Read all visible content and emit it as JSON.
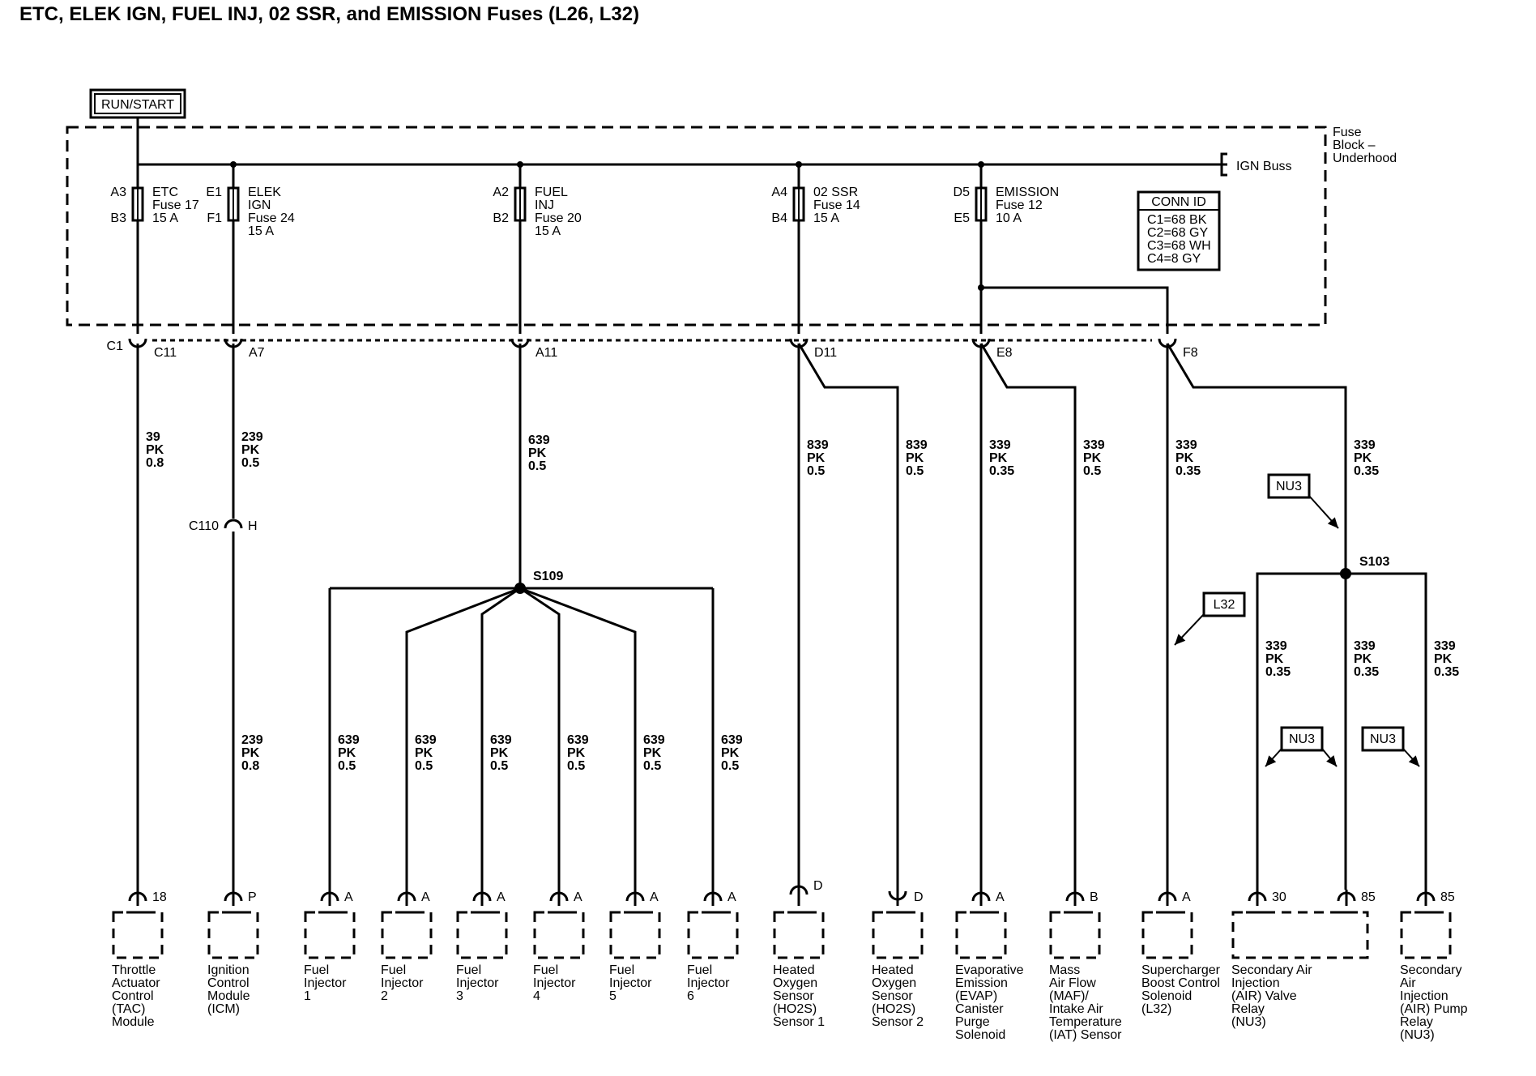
{
  "title": "ETC, ELEK IGN, FUEL INJ, 02 SSR, and EMISSION Fuses (L26, L32)",
  "power_label": "RUN/START",
  "fuse_block_label": [
    "Fuse",
    "Block –",
    "Underhood"
  ],
  "ign_buss_label": "IGN Buss",
  "conn_id": {
    "title": "CONN ID",
    "lines": [
      "C1=68 BK",
      "C2=68 GY",
      "C3=68 WH",
      "C4=8 GY"
    ]
  },
  "fuses": [
    {
      "pin_top": "A3",
      "pin_bottom": "B3",
      "lines": [
        "ETC",
        "Fuse 17",
        "15 A"
      ]
    },
    {
      "pin_top": "E1",
      "pin_bottom": "F1",
      "lines": [
        "ELEK",
        "IGN",
        "Fuse 24",
        "15 A"
      ]
    },
    {
      "pin_top": "A2",
      "pin_bottom": "B2",
      "lines": [
        "FUEL",
        "INJ",
        "Fuse 20",
        "15 A"
      ]
    },
    {
      "pin_top": "A4",
      "pin_bottom": "B4",
      "lines": [
        "02 SSR",
        "Fuse 14",
        "15 A"
      ]
    },
    {
      "pin_top": "D5",
      "pin_bottom": "E5",
      "lines": [
        "EMISSION",
        "Fuse 12",
        "10 A"
      ]
    }
  ],
  "block_connectors": {
    "conn": "C1",
    "pins": [
      "C11",
      "A7",
      "A11",
      "D11",
      "E8",
      "F8"
    ]
  },
  "wires": {
    "w1": [
      "39",
      "PK",
      "0.8"
    ],
    "w2": [
      "239",
      "PK",
      "0.5"
    ],
    "w2b": [
      "239",
      "PK",
      "0.8"
    ],
    "w3": [
      "639",
      "PK",
      "0.5"
    ],
    "w4": [
      "839",
      "PK",
      "0.5"
    ],
    "w5": [
      "839",
      "PK",
      "0.5"
    ],
    "w6": [
      "339",
      "PK",
      "0.35"
    ],
    "w7": [
      "339",
      "PK",
      "0.5"
    ],
    "w8": [
      "339",
      "PK",
      "0.35"
    ],
    "w9": [
      "339",
      "PK",
      "0.35"
    ],
    "inj": [
      "639",
      "PK",
      "0.5"
    ],
    "air": [
      "339",
      "PK",
      "0.35"
    ]
  },
  "inline_connector": {
    "name": "C110",
    "pin": "H"
  },
  "splices": {
    "s109": "S109",
    "s103": "S103"
  },
  "options": {
    "nu3": "NU3",
    "l32": "L32"
  },
  "components": [
    {
      "pin": "18",
      "lines": [
        "Throttle",
        "Actuator",
        "Control",
        "(TAC)",
        "Module"
      ]
    },
    {
      "pin": "P",
      "lines": [
        "Ignition",
        "Control",
        "Module",
        "(ICM)"
      ]
    },
    {
      "pin": "A",
      "lines": [
        "Fuel",
        "Injector",
        "1"
      ]
    },
    {
      "pin": "A",
      "lines": [
        "Fuel",
        "Injector",
        "2"
      ]
    },
    {
      "pin": "A",
      "lines": [
        "Fuel",
        "Injector",
        "3"
      ]
    },
    {
      "pin": "A",
      "lines": [
        "Fuel",
        "Injector",
        "4"
      ]
    },
    {
      "pin": "A",
      "lines": [
        "Fuel",
        "Injector",
        "5"
      ]
    },
    {
      "pin": "A",
      "lines": [
        "Fuel",
        "Injector",
        "6"
      ]
    },
    {
      "pin": "D",
      "lines": [
        "Heated",
        "Oxygen",
        "Sensor",
        "(HO2S)",
        "Sensor 1"
      ]
    },
    {
      "pin": "D",
      "lines": [
        "Heated",
        "Oxygen",
        "Sensor",
        "(HO2S)",
        "Sensor 2"
      ]
    },
    {
      "pin": "A",
      "lines": [
        "Evaporative",
        "Emission",
        "(EVAP)",
        "Canister",
        "Purge",
        "Solenoid"
      ]
    },
    {
      "pin": "B",
      "lines": [
        "Mass",
        "Air Flow",
        "(MAF)/",
        "Intake Air",
        "Temperature",
        "(IAT) Sensor"
      ]
    },
    {
      "pin": "A",
      "lines": [
        "Supercharger",
        "Boost Control",
        "Solenoid",
        "(L32)"
      ]
    },
    {
      "pin": "30",
      "pin2": "85",
      "lines": [
        "Secondary Air",
        "Injection",
        "(AIR) Valve",
        "Relay",
        "(NU3)"
      ]
    },
    {
      "pin": "85",
      "lines": [
        "Secondary",
        "Air",
        "Injection",
        "(AIR) Pump",
        "Relay",
        "(NU3)"
      ]
    }
  ]
}
